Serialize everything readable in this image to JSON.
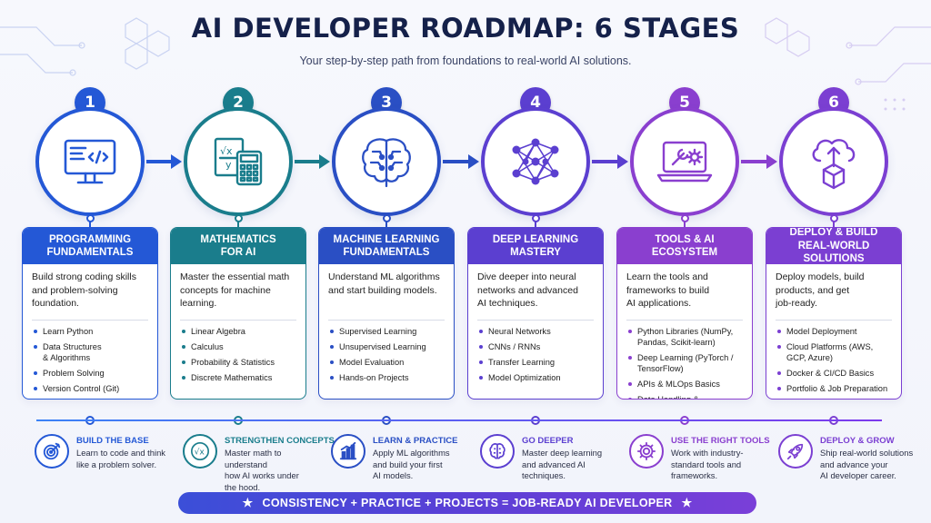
{
  "title": "AI DEVELOPER ROADMAP: 6 STAGES",
  "subtitle": "Your step-by-step path from foundations to real-world AI solutions.",
  "stages": [
    {
      "num": "1",
      "color": "#2458d6",
      "icon": "monitor-code-icon",
      "header": "PROGRAMMING\nFUNDAMENTALS",
      "desc": "Build strong coding skills\nand problem-solving\nfoundation.",
      "items": [
        "Learn Python",
        "Data Structures\n& Algorithms",
        "Problem Solving",
        "Version Control (Git)"
      ]
    },
    {
      "num": "2",
      "color": "#1a7d8c",
      "icon": "math-calculator-icon",
      "header": "MATHEMATICS\nFOR AI",
      "desc": "Master the essential math\nconcepts for machine\nlearning.",
      "items": [
        "Linear Algebra",
        "Calculus",
        "Probability & Statistics",
        "Discrete Mathematics"
      ]
    },
    {
      "num": "3",
      "color": "#2a4fc4",
      "icon": "brain-circuit-icon",
      "header": "MACHINE LEARNING\nFUNDAMENTALS",
      "desc": "Understand ML algorithms\nand start building models.",
      "items": [
        "Supervised Learning",
        "Unsupervised Learning",
        "Model Evaluation",
        "Hands-on Projects"
      ]
    },
    {
      "num": "4",
      "color": "#5b3fd0",
      "icon": "neural-network-icon",
      "header": "DEEP LEARNING\nMASTERY",
      "desc": "Dive deeper into neural\nnetworks and advanced\nAI techniques.",
      "items": [
        "Neural Networks",
        "CNNs / RNNs",
        "Transfer Learning",
        "Model Optimization"
      ]
    },
    {
      "num": "5",
      "color": "#8a3fcf",
      "icon": "laptop-tools-icon",
      "header": "TOOLS & AI\nECOSYSTEM",
      "desc": "Learn the tools and\nframeworks to build\nAI applications.",
      "items": [
        "Python Libraries (NumPy,\nPandas, Scikit-learn)",
        "Deep Learning (PyTorch /\nTensorFlow)",
        "APIs & MLOps Basics",
        "Data Handling & Visualization"
      ]
    },
    {
      "num": "6",
      "color": "#7b3fd2",
      "icon": "cloud-deploy-icon",
      "header": "DEPLOY & BUILD\nREAL-WORLD SOLUTIONS",
      "desc": "Deploy models, build\nproducts, and get\njob-ready.",
      "items": [
        "Model Deployment",
        "Cloud Platforms (AWS,\nGCP, Azure)",
        "Docker & CI/CD Basics",
        "Portfolio & Job Preparation"
      ]
    }
  ],
  "tips": [
    {
      "title": "BUILD THE BASE",
      "text": "Learn to code and think\nlike a problem solver.",
      "color": "#2458d6",
      "icon": "target-icon"
    },
    {
      "title": "STRENGTHEN CONCEPTS",
      "text": "Master math to understand\nhow AI works under\nthe hood.",
      "color": "#1a7d8c",
      "icon": "sqrt-icon"
    },
    {
      "title": "LEARN & PRACTICE",
      "text": "Apply ML algorithms\nand build your first\nAI models.",
      "color": "#2a4fc4",
      "icon": "bar-chart-icon"
    },
    {
      "title": "GO DEEPER",
      "text": "Master deep learning\nand advanced AI\ntechniques.",
      "color": "#5b3fd0",
      "icon": "brain-icon"
    },
    {
      "title": "USE THE RIGHT TOOLS",
      "text": "Work with industry-\nstandard tools and\nframeworks.",
      "color": "#8a3fcf",
      "icon": "gear-icon"
    },
    {
      "title": "DEPLOY & GROW",
      "text": "Ship real-world solutions\nand advance your\nAI developer career.",
      "color": "#7b3fd2",
      "icon": "rocket-icon"
    }
  ],
  "banner": {
    "text": "CONSISTENCY + PRACTICE + PROJECTS = JOB-READY AI DEVELOPER",
    "star": "★"
  }
}
